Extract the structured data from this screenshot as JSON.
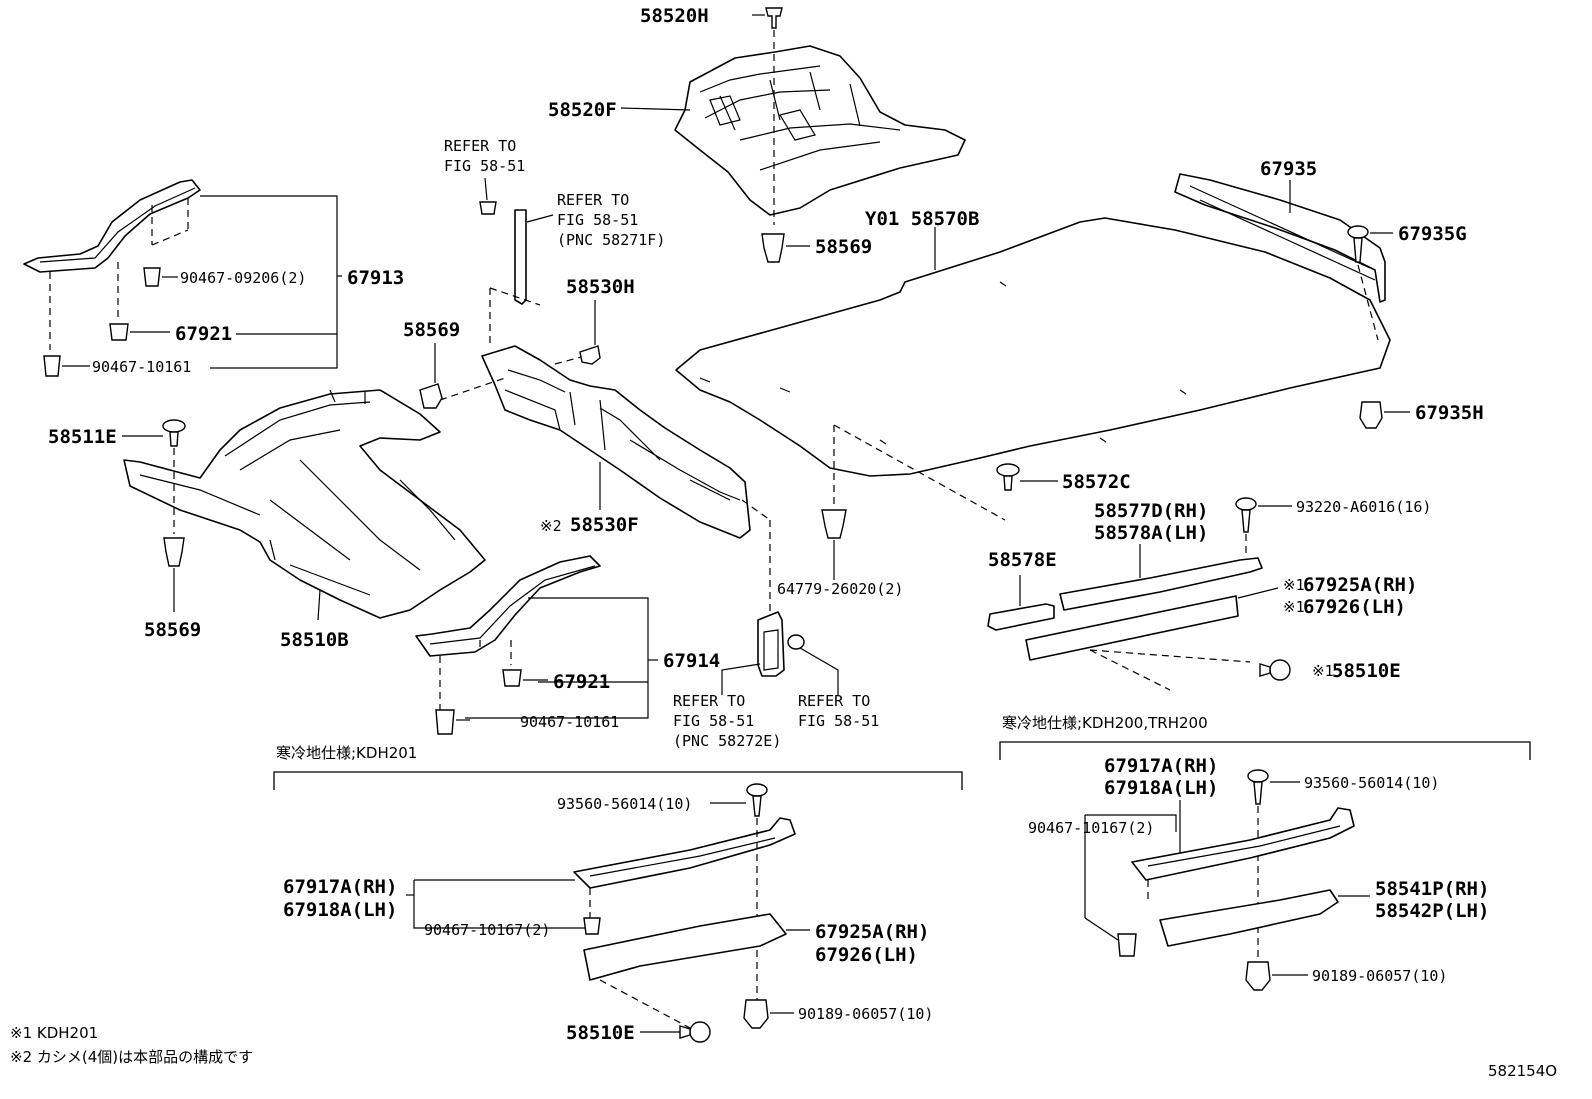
{
  "labels": {
    "p58520H": "58520H",
    "p58520F": "58520F",
    "p58569_top": "58569",
    "p58570B": "Y01 58570B",
    "p67935": "67935",
    "p67935G": "67935G",
    "p67935H": "67935H",
    "refer_a_1": "REFER TO",
    "refer_a_2": "FIG 58-51",
    "refer_b_1": "REFER TO",
    "refer_b_2": "FIG 58-51",
    "refer_b_3": "(PNC 58271F)",
    "p58530H": "58530H",
    "p58569_mid": "58569",
    "p58530F": "58530F",
    "p58530F_mark": "※2",
    "p90467_09206": "90467-09206(2)",
    "p67913": "67913",
    "p67921_top": "67921",
    "p90467_10161_top": "90467-10161",
    "p58511E": "58511E",
    "p58569_left": "58569",
    "p58510B": "58510B",
    "p58572C": "58572C",
    "p58577D": "58577D(RH)",
    "p58578A": "58578A(LH)",
    "p93220": "93220-A6016(16)",
    "p58578E": "58578E",
    "p67925A_r": "67925A(RH)",
    "p67926_r": "67926(LH)",
    "mark1_a": "※1",
    "mark1_b": "※1",
    "mark1_c": "※1",
    "p58510E_r": "58510E",
    "p64779": "64779-26020(2)",
    "p67914": "67914",
    "p67921_low": "67921",
    "p90467_10161_low": "90467-10161",
    "refer_c_1": "REFER TO",
    "refer_c_2": "FIG 58-51",
    "refer_c_3": "(PNC 58272E)",
    "refer_d_1": "REFER TO",
    "refer_d_2": "FIG 58-51",
    "cold_kdh201": "寒冷地仕様;KDH201",
    "cold_kdh200": "寒冷地仕様;KDH200,TRH200",
    "p93560_a": "93560-56014(10)",
    "p67917A_a": "67917A(RH)",
    "p67918A_a": "67918A(LH)",
    "p90467_10167_a": "90467-10167(2)",
    "p67925A_b": "67925A(RH)",
    "p67926_b": "67926(LH)",
    "p58510E_b": "58510E",
    "p90189_a": "90189-06057(10)",
    "p67917A_b": "67917A(RH)",
    "p67918A_b": "67918A(LH)",
    "p93560_b": "93560-56014(10)",
    "p90467_10167_b": "90467-10167(2)",
    "p58541P": "58541P(RH)",
    "p58542P": "58542P(LH)",
    "p90189_b": "90189-06057(10)",
    "note1": "※1 KDH201",
    "note2": "※2 カシメ(4個)は本部品の構成です",
    "fig_no": "582154O"
  }
}
